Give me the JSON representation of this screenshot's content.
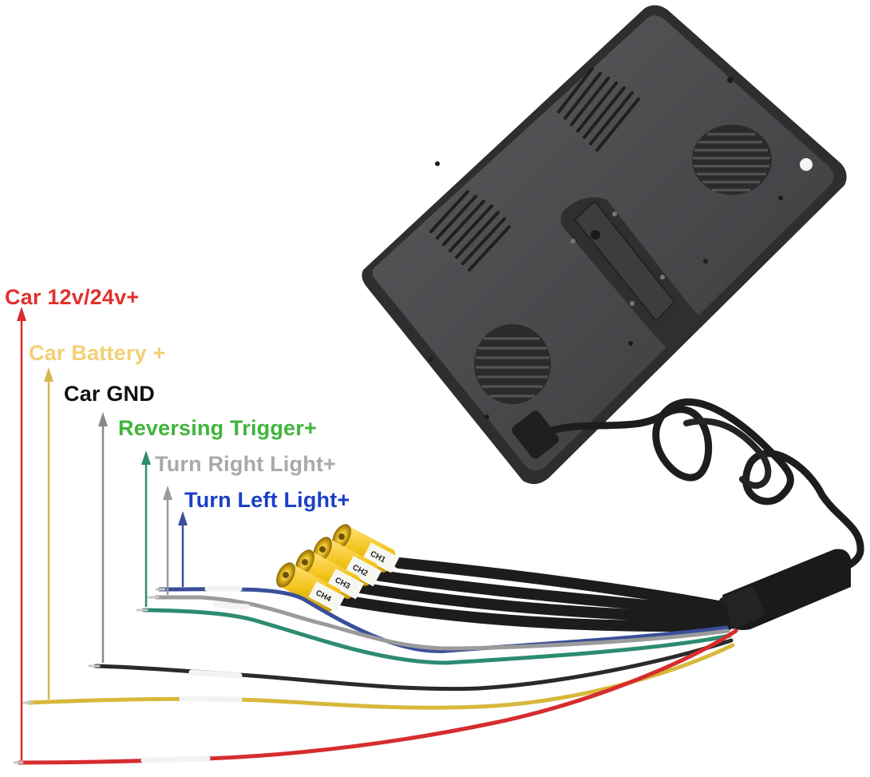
{
  "diagram": {
    "labels": [
      {
        "id": "car-power",
        "text": "Car 12v/24v+",
        "color": "#e0312f"
      },
      {
        "id": "car-battery",
        "text": "Car Battery +",
        "color": "#f2d074"
      },
      {
        "id": "car-gnd",
        "text": "Car GND",
        "color": "#111111"
      },
      {
        "id": "reversing-trigger",
        "text": "Reversing Trigger+",
        "color": "#3fb53a"
      },
      {
        "id": "turn-right",
        "text": "Turn Right Light+",
        "color": "#a9a9a9"
      },
      {
        "id": "turn-left",
        "text": "Turn Left Light+",
        "color": "#1a3fc6"
      }
    ],
    "camera_inputs": [
      "CH1",
      "CH2",
      "CH3",
      "CH4"
    ],
    "colors": {
      "red_wire": "#d72c2e",
      "yellow_wire": "#d7b83a",
      "black_wire": "#2a2a2a",
      "green_wire": "#2d8b72",
      "grey_wire": "#9b9b9b",
      "blue_wire": "#3a4f9a",
      "rca_yellow": "#f2c418",
      "monitor_body": "#4a4a4c"
    }
  }
}
